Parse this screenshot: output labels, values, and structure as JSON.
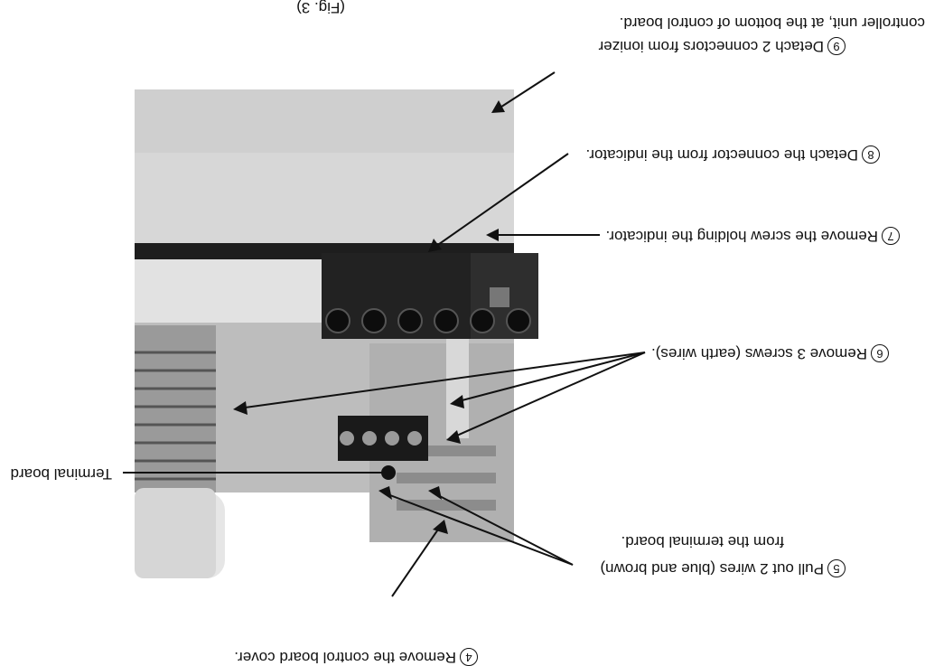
{
  "figure": {
    "caption": "(Fig. 3)",
    "terminal_label": "Terminal board",
    "steps": [
      {
        "num": "4",
        "text": "Remove the control board cover."
      },
      {
        "num": "5",
        "text": "Pull out 2 wires (blue and brown)",
        "text2": "from the terminal board."
      },
      {
        "num": "6",
        "text": "Remove 3 screws (earth wires)."
      },
      {
        "num": "7",
        "text": "Remove the screw holding the indicator."
      },
      {
        "num": "8",
        "text": "Detach the connector from the indicator."
      },
      {
        "num": "9",
        "text": "Detach 2 connectors from ionizer",
        "text2": "controller unit, at the bottom of control board."
      }
    ]
  },
  "colors": {
    "ink": "#111111",
    "panel": "#c8c8c8"
  }
}
